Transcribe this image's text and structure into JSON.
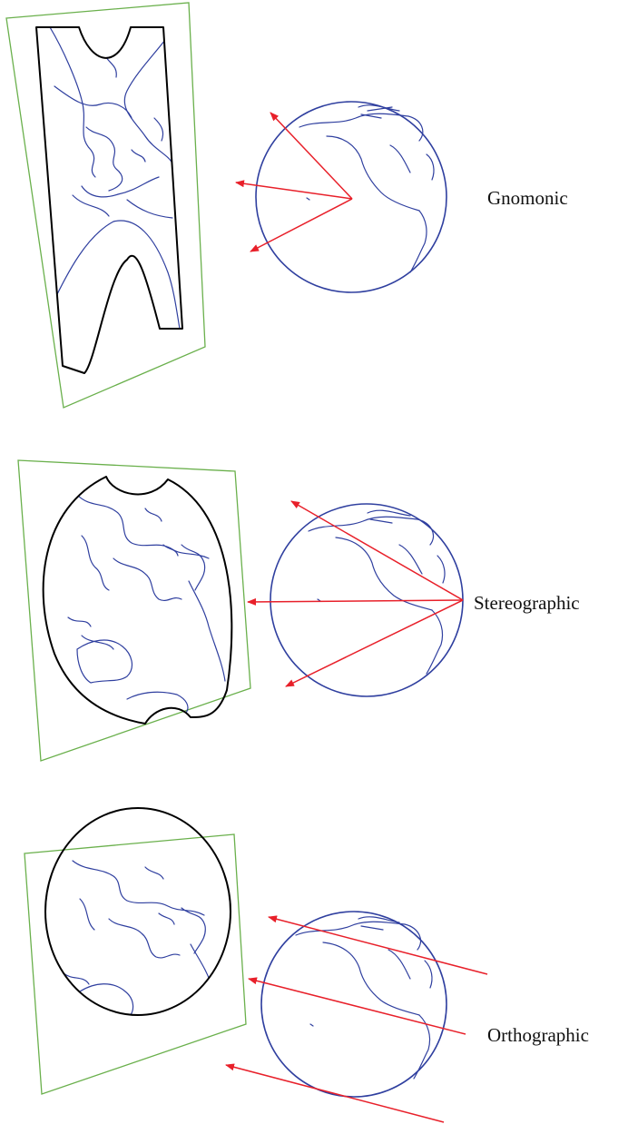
{
  "colors": {
    "plane": "#6ab04c",
    "coastline": "#2f3f9f",
    "outline": "#000000",
    "ray": "#e8202a"
  },
  "projections": [
    {
      "label": "Gnomonic",
      "source": "globe-center"
    },
    {
      "label": "Stereographic",
      "source": "antipodal-point"
    },
    {
      "label": "Orthographic",
      "source": "infinity"
    }
  ]
}
